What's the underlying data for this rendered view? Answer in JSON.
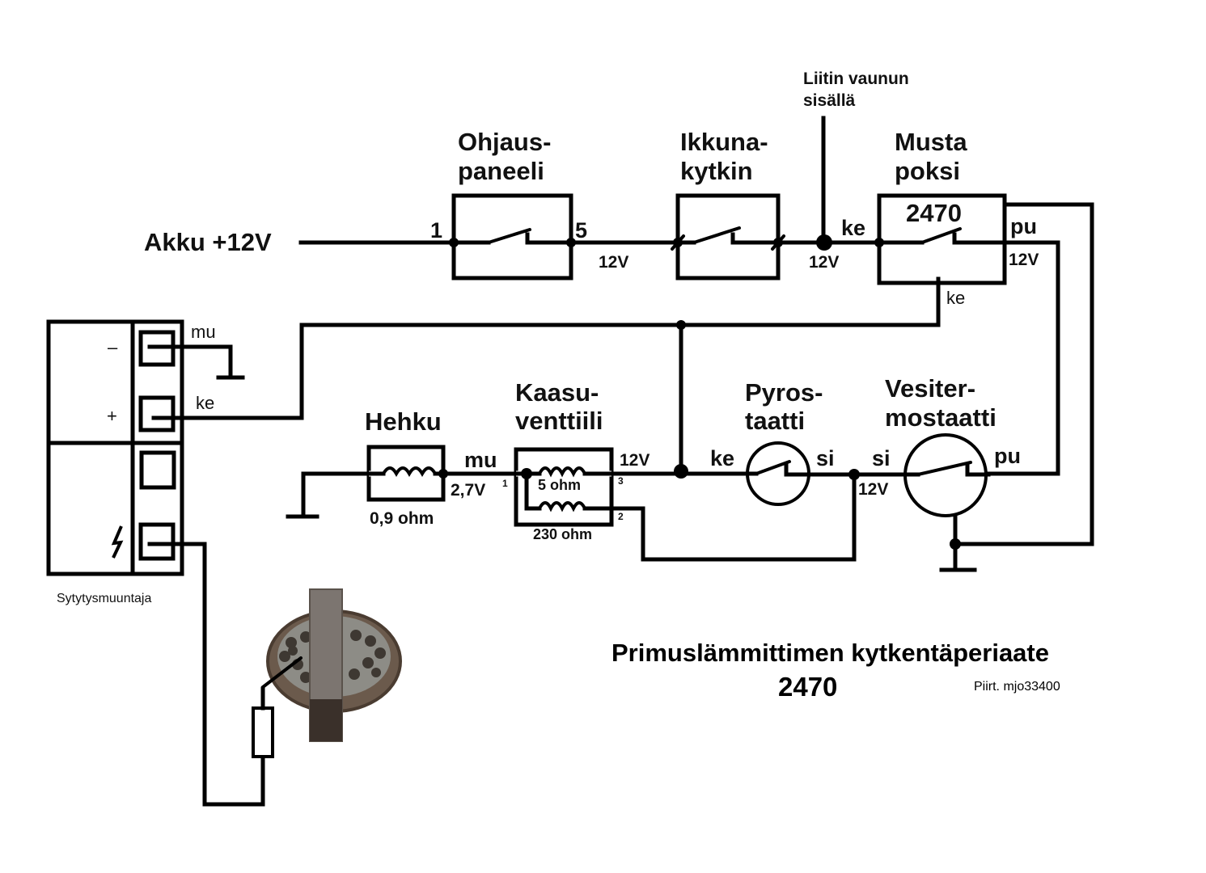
{
  "title": {
    "line1": "Primuslämmittimen kytkentäperiaate",
    "line2": "2470",
    "credit": "Piirt. mjo33400"
  },
  "battery": {
    "label": "Akku +12V"
  },
  "connector_note": {
    "line1": "Liitin vaunun",
    "line2": "sisällä",
    "voltage": "12V"
  },
  "control_panel": {
    "line1": "Ohjaus-",
    "line2": "paneeli",
    "pin_in": "1",
    "pin_out": "5",
    "voltage": "12V"
  },
  "window_switch": {
    "line1": "Ikkuna-",
    "line2": "kytkin"
  },
  "black_box": {
    "line1": "Musta",
    "line2": "poksi",
    "model": "2470",
    "in_label": "ke",
    "out_label": "pu",
    "out_voltage": "12V",
    "bottom_label": "ke"
  },
  "ignition_transformer": {
    "label": "Sytytysmuuntaja",
    "minus_symbol": "–",
    "plus_symbol": "+",
    "minus_wire": "mu",
    "plus_wire": "ke"
  },
  "glow_plug": {
    "label": "Hehku",
    "resistance": "0,9 ohm",
    "wire_label": "mu",
    "voltage": "2,7V"
  },
  "gas_valve": {
    "line1": "Kaasu-",
    "line2": "venttiili",
    "coil1": "5 ohm",
    "coil2": "230 ohm",
    "pin1": "1",
    "pin2": "2",
    "pin3": "3",
    "voltage": "12V"
  },
  "pyrostat": {
    "line1": "Pyros-",
    "line2": "taatti",
    "left_label": "ke",
    "right_label": "si"
  },
  "water_thermostat": {
    "line1": "Vesiter-",
    "line2": "mostaatti",
    "left_label": "si",
    "right_label": "pu",
    "voltage": "12V"
  }
}
